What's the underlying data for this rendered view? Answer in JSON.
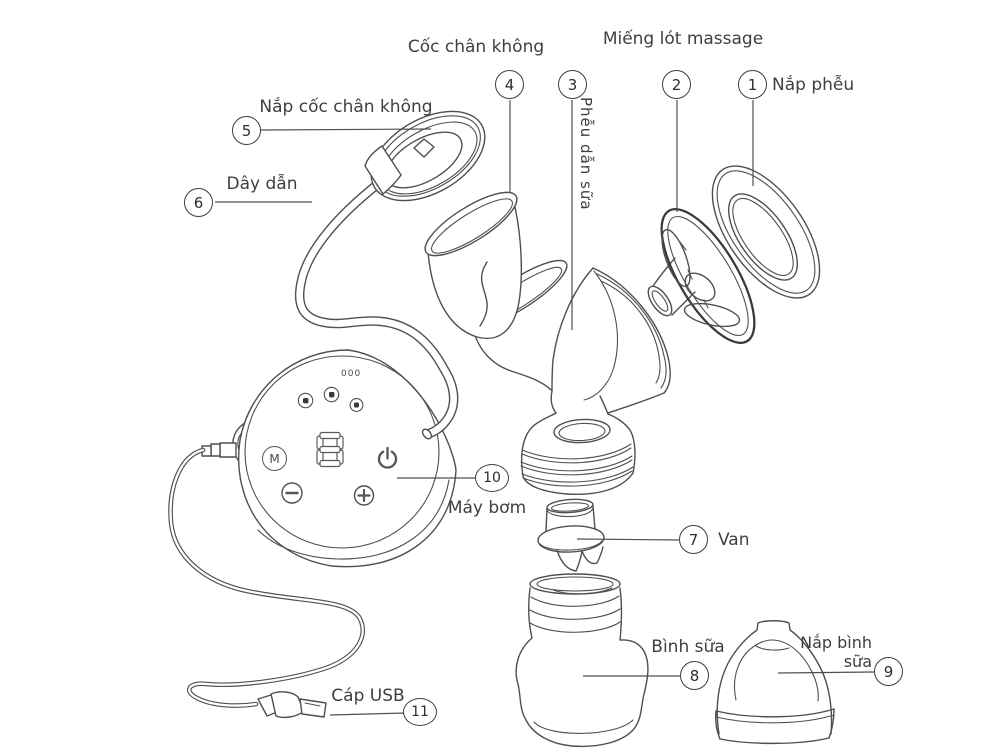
{
  "colors": {
    "background": "#ffffff",
    "line": "#4f4f4f",
    "text": "#3f3f3f"
  },
  "callouts": [
    {
      "num": "1",
      "label": "Nắp phễu"
    },
    {
      "num": "2",
      "label": "Miếng lót massage"
    },
    {
      "num": "3",
      "label": "Phễu dẫn sữa"
    },
    {
      "num": "4",
      "label": "Cốc chân không"
    },
    {
      "num": "5",
      "label": "Nắp cốc chân không"
    },
    {
      "num": "6",
      "label": "Dây dẫn"
    },
    {
      "num": "7",
      "label": "Van"
    },
    {
      "num": "8",
      "label": "Bình sữa"
    },
    {
      "num": "9",
      "label": "Nắp bình sữa"
    },
    {
      "num": "10",
      "label": "Máy bơm"
    },
    {
      "num": "11",
      "label": "Cáp USB"
    }
  ],
  "pump_panel": {
    "indicator": "000",
    "mode_button": "M"
  }
}
